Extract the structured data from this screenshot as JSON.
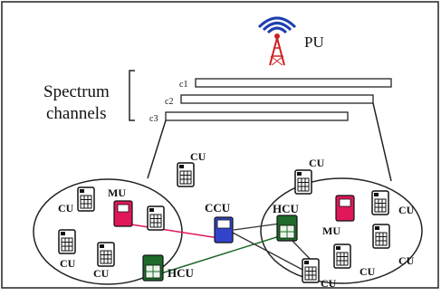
{
  "pu_label": "PU",
  "spectrum_label_line1": "Spectrum",
  "spectrum_label_line2": "channels",
  "channel_labels": [
    "c1",
    "c2",
    "c3"
  ],
  "labels": {
    "cu": "CU",
    "mu": "MU",
    "ccu": "CCU",
    "hcu": "HCU"
  },
  "colors": {
    "mu": "#e0185a",
    "ccu": "#3344cc",
    "hcu": "#1f6b2a",
    "link_mu": "#e0185a",
    "link_hcu": "#1f6b2a",
    "link_ccu": "#333333",
    "antenna_waves": "#1e3fb0",
    "tower": "#cc2222"
  },
  "icons": [
    "antenna-tower-icon",
    "phone-icon"
  ]
}
